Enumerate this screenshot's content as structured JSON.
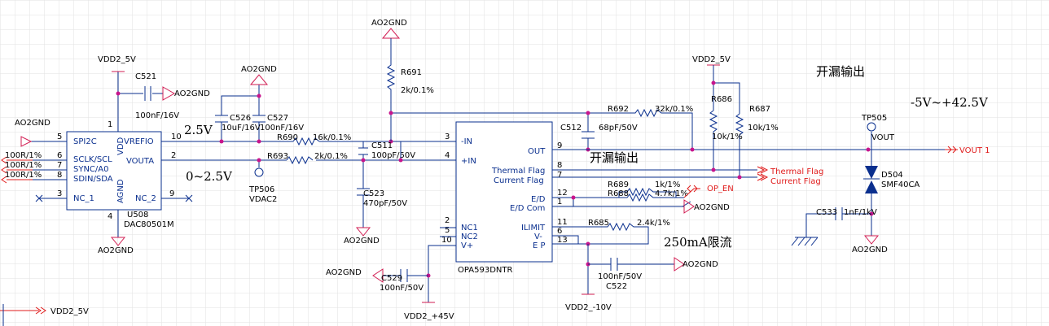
{
  "grid": {
    "color": "#e2e2e2",
    "step": 18
  },
  "colors": {
    "wire": "#0a2f8e",
    "gnd_symbol": "#d21c52",
    "flag_wire": "#e01b1b",
    "junction": "#c8148c"
  },
  "labels": {
    "ao2gnd": "AO2GND",
    "vdd2_5v": "VDD2_5V",
    "vdd2_45v": "VDD2_+45V",
    "vdd2_m10v": "VDD2_-10V",
    "vout1": "VOUT 1",
    "thermal_flag": "Thermal Flag",
    "current_flag": "Current Flag",
    "op_en": "OP_EN"
  },
  "notes": {
    "open_drain_1": "开漏输出",
    "open_drain_2": "开漏输出",
    "range": "-5V~+42.5V",
    "v25": "2.5V",
    "v0_25": "0~2.5V",
    "limit": "250mA限流"
  },
  "u508": {
    "ref": "U508",
    "part": "DAC80501M",
    "pins": {
      "spi2c": "SPI2C",
      "sclk": "SCLK/SCL",
      "sync": "SYNC/A0",
      "sdin": "SDIN/SDA",
      "nc1": "NC_1",
      "vdd": "VDD",
      "agnd": "AGND",
      "vrefio": "VREFIO",
      "vouta": "VOUTA",
      "nc2": "NC_2"
    },
    "nums": {
      "p5": "5",
      "p6": "6",
      "p7": "7",
      "p8": "8",
      "p3": "3",
      "p1": "1",
      "p4": "4",
      "p10": "10",
      "p2": "2",
      "p9": "9"
    },
    "inputs": [
      "100R/1%",
      "100R/1%",
      "100R/1%"
    ]
  },
  "u_op": {
    "ref": "OPA593DNTR",
    "pins": {
      "inm": "-IN",
      "inp": "+IN",
      "nc1": "NC1",
      "nc2": "NC2",
      "vp": "V+",
      "out": "OUT",
      "tflag": "Thermal Flag",
      "cflag": "Current Flag",
      "ed": "E/D",
      "edcom": "E/D Com",
      "ilimit": "ILIMIT",
      "vm": "V-",
      "ep": "E P"
    },
    "nums": {
      "p3": "3",
      "p4": "4",
      "p2": "2",
      "p5": "5",
      "p10": "10",
      "p9": "9",
      "p8": "8",
      "p7": "7",
      "p12": "12",
      "p1": "1",
      "p11": "11",
      "p6": "6",
      "p13": "13"
    }
  },
  "parts": {
    "c521": {
      "ref": "C521",
      "val": "100nF/16V"
    },
    "c526": {
      "ref": "C526",
      "val": "10uF/16V"
    },
    "c527": {
      "ref": "C527",
      "val": "100nF/16V"
    },
    "r690": {
      "ref": "R690",
      "val": "16k/0.1%"
    },
    "r693": {
      "ref": "R693",
      "val": "2k/0.1%"
    },
    "c511": {
      "ref": "C511",
      "val": "100pF/50V"
    },
    "c523": {
      "ref": "C523",
      "val": "470pF/50V"
    },
    "r691": {
      "ref": "R691",
      "val": "2k/0.1%"
    },
    "r692": {
      "ref": "R692",
      "val": "32k/0.1%"
    },
    "c512": {
      "ref": "C512",
      "val": "68pF/50V"
    },
    "r686": {
      "ref": "R686",
      "val": "10k/1%"
    },
    "r687": {
      "ref": "R687",
      "val": "10k/1%"
    },
    "r689": {
      "ref": "R689",
      "val": "1k/1%"
    },
    "r688": {
      "ref": "R688",
      "val": "4.7k/1%"
    },
    "r685": {
      "ref": "R685",
      "val": "2.4k/1%"
    },
    "c522": {
      "ref": "C522",
      "val": "100nF/50V"
    },
    "c529": {
      "ref": "C529",
      "val": "100nF/50V"
    },
    "c533": {
      "ref": "C533",
      "val": "1nF/1kV"
    },
    "d504": {
      "ref": "D504",
      "val": "SMF40CA"
    },
    "tp505": {
      "ref": "TP505",
      "val": "VOUT"
    },
    "tp506": {
      "ref": "TP506",
      "val": "VDAC2"
    }
  }
}
